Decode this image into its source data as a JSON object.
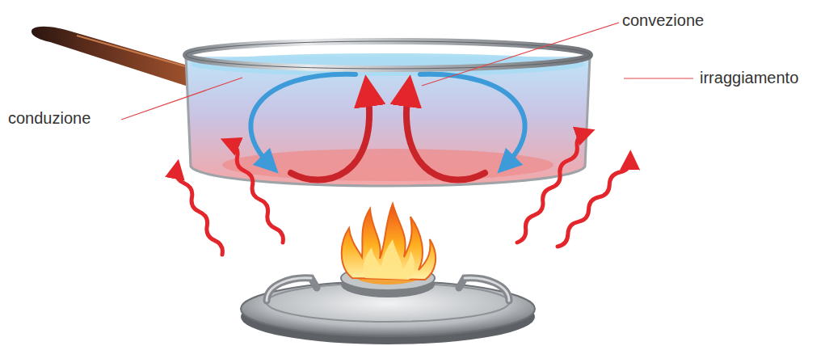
{
  "diagram": {
    "labels": [
      "conduzione",
      "convezione",
      "irraggiamento"
    ]
  }
}
